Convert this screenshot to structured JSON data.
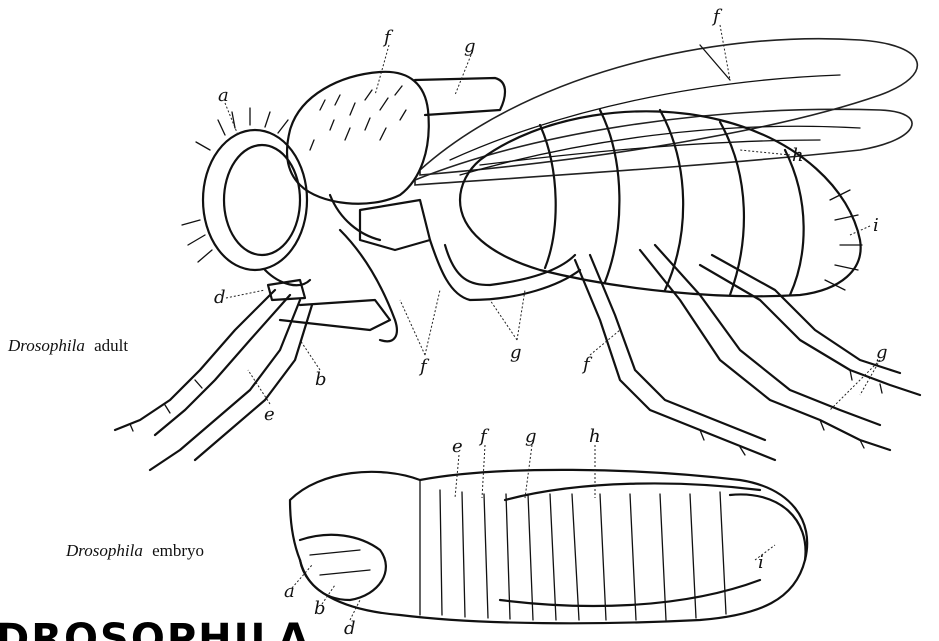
{
  "adult_caption": {
    "italic": "Drosophila",
    "plain": "adult"
  },
  "embryo_caption": {
    "italic": "Drosophila",
    "plain": "embryo"
  },
  "title": "DROSOPHILA",
  "adult_labels": {
    "a": "a",
    "b": "b",
    "d": "d",
    "e": "e",
    "f_head": "f",
    "g_thorax": "g",
    "f_wing": "f",
    "h": "h",
    "i": "i",
    "f_leg1": "f",
    "g_leg1": "g",
    "f_leg2": "f",
    "g_leg3": "g"
  },
  "embryo_labels": {
    "e": "e",
    "f": "f",
    "g": "g",
    "h": "h",
    "i": "i",
    "a": "a",
    "b": "b",
    "d": "d"
  }
}
